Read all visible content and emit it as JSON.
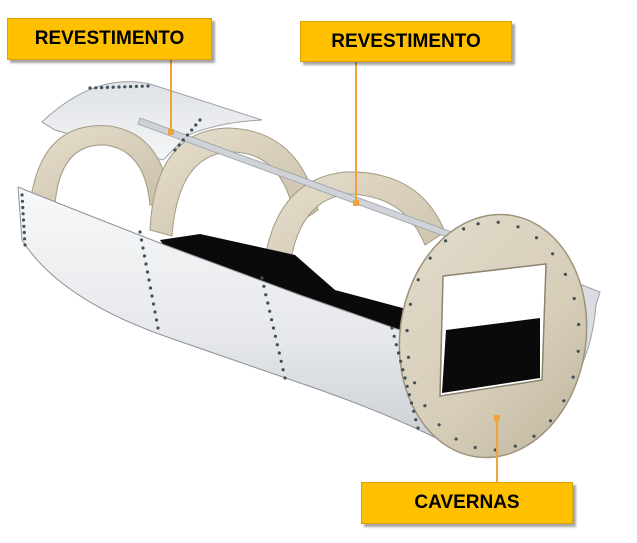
{
  "labels": {
    "skin_top": "REVESTIMENTO",
    "skin_mid": "REVESTIMENTO",
    "frames": "CAVERNAS"
  },
  "colors": {
    "label_fill": "#ffc000",
    "leader_line": "#f2a23a",
    "skin": "#e9ebee",
    "frame_ring": "#d8d0bd",
    "interior": "#0a0a0a",
    "rivet": "#3f5058"
  }
}
